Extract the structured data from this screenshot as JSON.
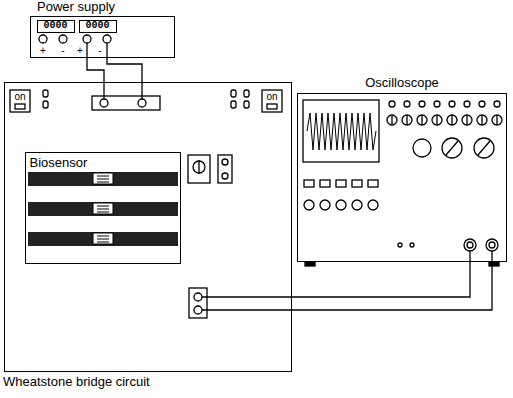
{
  "diagram": {
    "nodes": [
      {
        "text": [
          "Power supply"
        ]
      },
      {
        "text": [
          "0000"
        ],
        "in": 0
      },
      {
        "text": [
          "0000"
        ],
        "in": 0
      },
      {
        "text": [
          "Wheatstone bridge circuit"
        ]
      },
      {
        "text": [
          "Biosensor"
        ],
        "in": 3
      },
      {
        "text": [
          "Oscilloscope"
        ]
      }
    ],
    "edges": [
      {
        "from": 0,
        "to": 3,
        "arrow": "none"
      },
      {
        "from": 0,
        "to": 3,
        "arrow": "none"
      },
      {
        "from": 3,
        "to": 5,
        "arrow": "none"
      },
      {
        "from": 3,
        "to": 5,
        "arrow": "none"
      }
    ],
    "labels": [
      "+",
      "-",
      "+",
      "-",
      "on",
      "on"
    ]
  }
}
